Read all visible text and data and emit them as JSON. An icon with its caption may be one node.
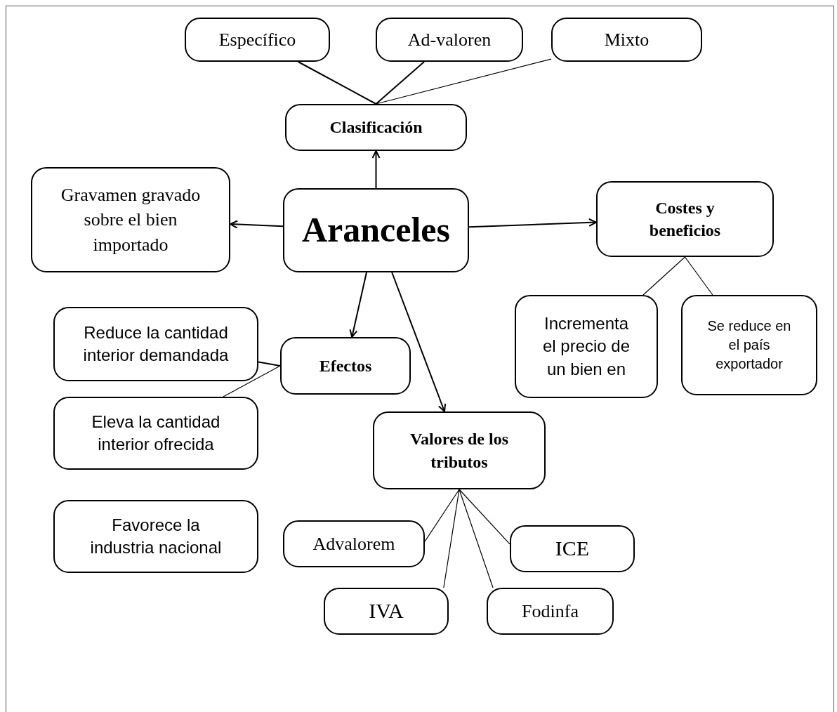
{
  "diagram": {
    "nodes": [
      {
        "text": [
          "Específico"
        ]
      },
      {
        "text": [
          "Ad-valoren"
        ]
      },
      {
        "text": [
          "Mixto"
        ]
      },
      {
        "text": [
          "Clasificación"
        ]
      },
      {
        "text": [
          "Gravamen gravado sobre el bien importado"
        ]
      },
      {
        "text": [
          "Aranceles"
        ]
      },
      {
        "text": [
          "Costes y beneficios"
        ]
      },
      {
        "text": [
          "Reduce la cantidad interior demandada"
        ]
      },
      {
        "text": [
          "Efectos"
        ]
      },
      {
        "text": [
          "Eleva la cantidad interior ofrecida"
        ]
      },
      {
        "text": [
          "Incrementa el precio de un bien en"
        ]
      },
      {
        "text": [
          "Se reduce en el país exportador"
        ]
      },
      {
        "text": [
          "Valores de los tributos"
        ]
      },
      {
        "text": [
          "Favorece la industria nacional"
        ]
      },
      {
        "text": [
          "Advalorem"
        ]
      },
      {
        "text": [
          "ICE"
        ]
      },
      {
        "text": [
          "IVA"
        ]
      },
      {
        "text": [
          "Fodinfa"
        ]
      }
    ],
    "edges": [
      {
        "from": 0,
        "to": 3,
        "arrow": "none"
      },
      {
        "from": 1,
        "to": 3,
        "arrow": "none"
      },
      {
        "from": 2,
        "to": 3,
        "arrow": "none"
      },
      {
        "from": 5,
        "to": 3,
        "arrow": "to"
      },
      {
        "from": 5,
        "to": 4,
        "arrow": "to"
      },
      {
        "from": 5,
        "to": 6,
        "arrow": "to"
      },
      {
        "from": 5,
        "to": 8,
        "arrow": "to"
      },
      {
        "from": 5,
        "to": 12,
        "arrow": "to"
      },
      {
        "from": 6,
        "to": 10,
        "arrow": "none"
      },
      {
        "from": 6,
        "to": 11,
        "arrow": "none"
      },
      {
        "from": 8,
        "to": 7,
        "arrow": "none"
      },
      {
        "from": 8,
        "to": 9,
        "arrow": "none"
      },
      {
        "from": 12,
        "to": 14,
        "arrow": "none"
      },
      {
        "from": 12,
        "to": 15,
        "arrow": "none"
      },
      {
        "from": 12,
        "to": 16,
        "arrow": "none"
      },
      {
        "from": 12,
        "to": 17,
        "arrow": "none"
      }
    ]
  }
}
